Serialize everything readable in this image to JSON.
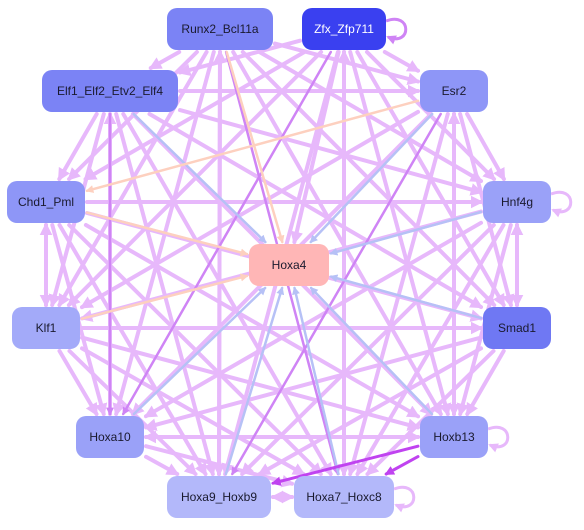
{
  "nodes": [
    {
      "id": "runx2",
      "label": "Runx2_Bcl11a",
      "fill": "#7b83f5",
      "text_color": "#1a1a2e"
    },
    {
      "id": "zfx",
      "label": "Zfx_Zfp711",
      "fill": "#3a40f0",
      "text_color": "#ffffff"
    },
    {
      "id": "elf1",
      "label": "Elf1_Elf2_Etv2_Elf4",
      "fill": "#7b83f5",
      "text_color": "#1a1a2e"
    },
    {
      "id": "esr2",
      "label": "Esr2",
      "fill": "#8e96f7",
      "text_color": "#1a1a2e"
    },
    {
      "id": "chd1",
      "label": "Chd1_Pml",
      "fill": "#8e96f7",
      "text_color": "#1a1a2e"
    },
    {
      "id": "hnf4g",
      "label": "Hnf4g",
      "fill": "#9aa1f8",
      "text_color": "#1a1a2e"
    },
    {
      "id": "hoxa4",
      "label": "Hoxa4",
      "fill": "#ffb6b6",
      "text_color": "#1a1a2e"
    },
    {
      "id": "klf1",
      "label": "Klf1",
      "fill": "#a3aaf9",
      "text_color": "#1a1a2e"
    },
    {
      "id": "smad1",
      "label": "Smad1",
      "fill": "#6f78f3",
      "text_color": "#1a1a2e"
    },
    {
      "id": "hoxa10",
      "label": "Hoxa10",
      "fill": "#9aa1f8",
      "text_color": "#1a1a2e"
    },
    {
      "id": "hoxb13",
      "label": "Hoxb13",
      "fill": "#9aa1f8",
      "text_color": "#1a1a2e"
    },
    {
      "id": "hoxa9",
      "label": "Hoxa9_Hoxb9",
      "fill": "#b3b8fa",
      "text_color": "#1a1a2e"
    },
    {
      "id": "hoxa7",
      "label": "Hoxa7_Hoxc8",
      "fill": "#b3b8fa",
      "text_color": "#1a1a2e"
    }
  ],
  "edge_colors": {
    "light_violet": "#e7b8fb",
    "violet": "#cf84f5",
    "periwinkle": "#b6c1f6",
    "peach": "#fdd0bf",
    "purple": "#c043f0"
  },
  "edges": [
    {
      "from": "runx2",
      "to": "hoxa4",
      "color": "peach"
    },
    {
      "from": "zfx",
      "to": "hoxa4",
      "color": "light_violet"
    },
    {
      "from": "elf1",
      "to": "hoxa4",
      "color": "periwinkle"
    },
    {
      "from": "esr2",
      "to": "hoxa4",
      "color": "periwinkle"
    },
    {
      "from": "chd1",
      "to": "hoxa4",
      "color": "peach"
    },
    {
      "from": "hnf4g",
      "to": "hoxa4",
      "color": "periwinkle"
    },
    {
      "from": "klf1",
      "to": "hoxa4",
      "color": "peach"
    },
    {
      "from": "smad1",
      "to": "hoxa4",
      "color": "periwinkle"
    },
    {
      "from": "hoxa10",
      "to": "hoxa4",
      "color": "periwinkle"
    },
    {
      "from": "hoxb13",
      "to": "hoxa4",
      "color": "periwinkle"
    },
    {
      "from": "hoxa9",
      "to": "hoxa4",
      "color": "periwinkle"
    },
    {
      "from": "hoxa7",
      "to": "hoxa4",
      "color": "periwinkle"
    },
    {
      "from": "esr2",
      "to": "chd1",
      "color": "peach"
    },
    {
      "from": "esr2",
      "to": "hoxa9",
      "color": "violet"
    },
    {
      "from": "zfx",
      "to": "hoxa10",
      "color": "violet"
    },
    {
      "from": "runx2",
      "to": "hoxa7",
      "color": "violet"
    },
    {
      "from": "hoxb13",
      "to": "hoxa9",
      "color": "purple"
    },
    {
      "from": "hoxb13",
      "to": "hoxa7",
      "color": "purple"
    },
    {
      "from": "elf1",
      "to": "hoxa10",
      "color": "violet"
    },
    {
      "from": "runx2",
      "to": "elf1",
      "color": "light_violet"
    },
    {
      "from": "runx2",
      "to": "chd1",
      "color": "light_violet"
    },
    {
      "from": "runx2",
      "to": "klf1",
      "color": "light_violet"
    },
    {
      "from": "runx2",
      "to": "hoxa10",
      "color": "light_violet"
    },
    {
      "from": "runx2",
      "to": "hoxa9",
      "color": "light_violet"
    },
    {
      "from": "runx2",
      "to": "hoxb13",
      "color": "light_violet"
    },
    {
      "from": "runx2",
      "to": "smad1",
      "color": "light_violet"
    },
    {
      "from": "runx2",
      "to": "hnf4g",
      "color": "light_violet"
    },
    {
      "from": "runx2",
      "to": "esr2",
      "color": "light_violet"
    },
    {
      "from": "zfx",
      "to": "elf1",
      "color": "light_violet"
    },
    {
      "from": "zfx",
      "to": "chd1",
      "color": "light_violet"
    },
    {
      "from": "zfx",
      "to": "klf1",
      "color": "light_violet"
    },
    {
      "from": "zfx",
      "to": "hoxa9",
      "color": "light_violet"
    },
    {
      "from": "zfx",
      "to": "hoxa7",
      "color": "light_violet"
    },
    {
      "from": "zfx",
      "to": "hoxb13",
      "color": "light_violet"
    },
    {
      "from": "zfx",
      "to": "smad1",
      "color": "light_violet"
    },
    {
      "from": "zfx",
      "to": "hnf4g",
      "color": "light_violet"
    },
    {
      "from": "zfx",
      "to": "esr2",
      "color": "light_violet"
    },
    {
      "from": "elf1",
      "to": "chd1",
      "color": "light_violet"
    },
    {
      "from": "elf1",
      "to": "klf1",
      "color": "light_violet"
    },
    {
      "from": "elf1",
      "to": "hoxa9",
      "color": "light_violet"
    },
    {
      "from": "elf1",
      "to": "hoxa7",
      "color": "light_violet"
    },
    {
      "from": "elf1",
      "to": "hoxb13",
      "color": "light_violet"
    },
    {
      "from": "elf1",
      "to": "smad1",
      "color": "light_violet"
    },
    {
      "from": "elf1",
      "to": "hnf4g",
      "color": "light_violet"
    },
    {
      "from": "elf1",
      "to": "esr2",
      "color": "light_violet"
    },
    {
      "from": "esr2",
      "to": "klf1",
      "color": "light_violet"
    },
    {
      "from": "esr2",
      "to": "hoxa10",
      "color": "light_violet"
    },
    {
      "from": "esr2",
      "to": "hoxa7",
      "color": "light_violet"
    },
    {
      "from": "esr2",
      "to": "hoxb13",
      "color": "light_violet"
    },
    {
      "from": "esr2",
      "to": "smad1",
      "color": "light_violet"
    },
    {
      "from": "esr2",
      "to": "hnf4g",
      "color": "light_violet"
    },
    {
      "from": "chd1",
      "to": "klf1",
      "color": "light_violet"
    },
    {
      "from": "chd1",
      "to": "hoxa10",
      "color": "light_violet"
    },
    {
      "from": "chd1",
      "to": "hoxa9",
      "color": "light_violet"
    },
    {
      "from": "chd1",
      "to": "hoxa7",
      "color": "light_violet"
    },
    {
      "from": "chd1",
      "to": "hoxb13",
      "color": "light_violet"
    },
    {
      "from": "chd1",
      "to": "smad1",
      "color": "light_violet"
    },
    {
      "from": "chd1",
      "to": "hnf4g",
      "color": "light_violet"
    },
    {
      "from": "hnf4g",
      "to": "klf1",
      "color": "light_violet"
    },
    {
      "from": "hnf4g",
      "to": "hoxa10",
      "color": "light_violet"
    },
    {
      "from": "hnf4g",
      "to": "hoxa9",
      "color": "light_violet"
    },
    {
      "from": "hnf4g",
      "to": "hoxa7",
      "color": "light_violet"
    },
    {
      "from": "hnf4g",
      "to": "hoxb13",
      "color": "light_violet"
    },
    {
      "from": "hnf4g",
      "to": "smad1",
      "color": "light_violet"
    },
    {
      "from": "klf1",
      "to": "hoxa10",
      "color": "light_violet"
    },
    {
      "from": "klf1",
      "to": "hoxa9",
      "color": "light_violet"
    },
    {
      "from": "klf1",
      "to": "hoxa7",
      "color": "light_violet"
    },
    {
      "from": "klf1",
      "to": "hoxb13",
      "color": "light_violet"
    },
    {
      "from": "klf1",
      "to": "smad1",
      "color": "light_violet"
    },
    {
      "from": "smad1",
      "to": "hoxa10",
      "color": "light_violet"
    },
    {
      "from": "smad1",
      "to": "hoxa9",
      "color": "light_violet"
    },
    {
      "from": "smad1",
      "to": "hoxa7",
      "color": "light_violet"
    },
    {
      "from": "smad1",
      "to": "hoxb13",
      "color": "light_violet"
    },
    {
      "from": "hoxa10",
      "to": "hoxa9",
      "color": "light_violet"
    },
    {
      "from": "hoxa10",
      "to": "hoxa7",
      "color": "light_violet"
    },
    {
      "from": "hoxa10",
      "to": "hoxb13",
      "color": "light_violet"
    },
    {
      "from": "hoxb13",
      "to": "hoxa10",
      "color": "light_violet"
    },
    {
      "from": "hoxa9",
      "to": "hoxa7",
      "color": "light_violet"
    },
    {
      "from": "hoxa7",
      "to": "hoxa9",
      "color": "light_violet"
    },
    {
      "from": "hoxa9",
      "to": "runx2",
      "color": "light_violet"
    },
    {
      "from": "hoxa7",
      "to": "zfx",
      "color": "light_violet"
    },
    {
      "from": "hoxa10",
      "to": "elf1",
      "color": "light_violet"
    },
    {
      "from": "hoxb13",
      "to": "esr2",
      "color": "light_violet"
    },
    {
      "from": "klf1",
      "to": "chd1",
      "color": "light_violet"
    },
    {
      "from": "smad1",
      "to": "hnf4g",
      "color": "light_violet"
    }
  ],
  "self_loops": [
    {
      "node": "zfx",
      "color": "violet"
    },
    {
      "node": "hnf4g",
      "color": "light_violet"
    },
    {
      "node": "hoxb13",
      "color": "light_violet"
    },
    {
      "node": "hoxa7",
      "color": "light_violet"
    }
  ]
}
